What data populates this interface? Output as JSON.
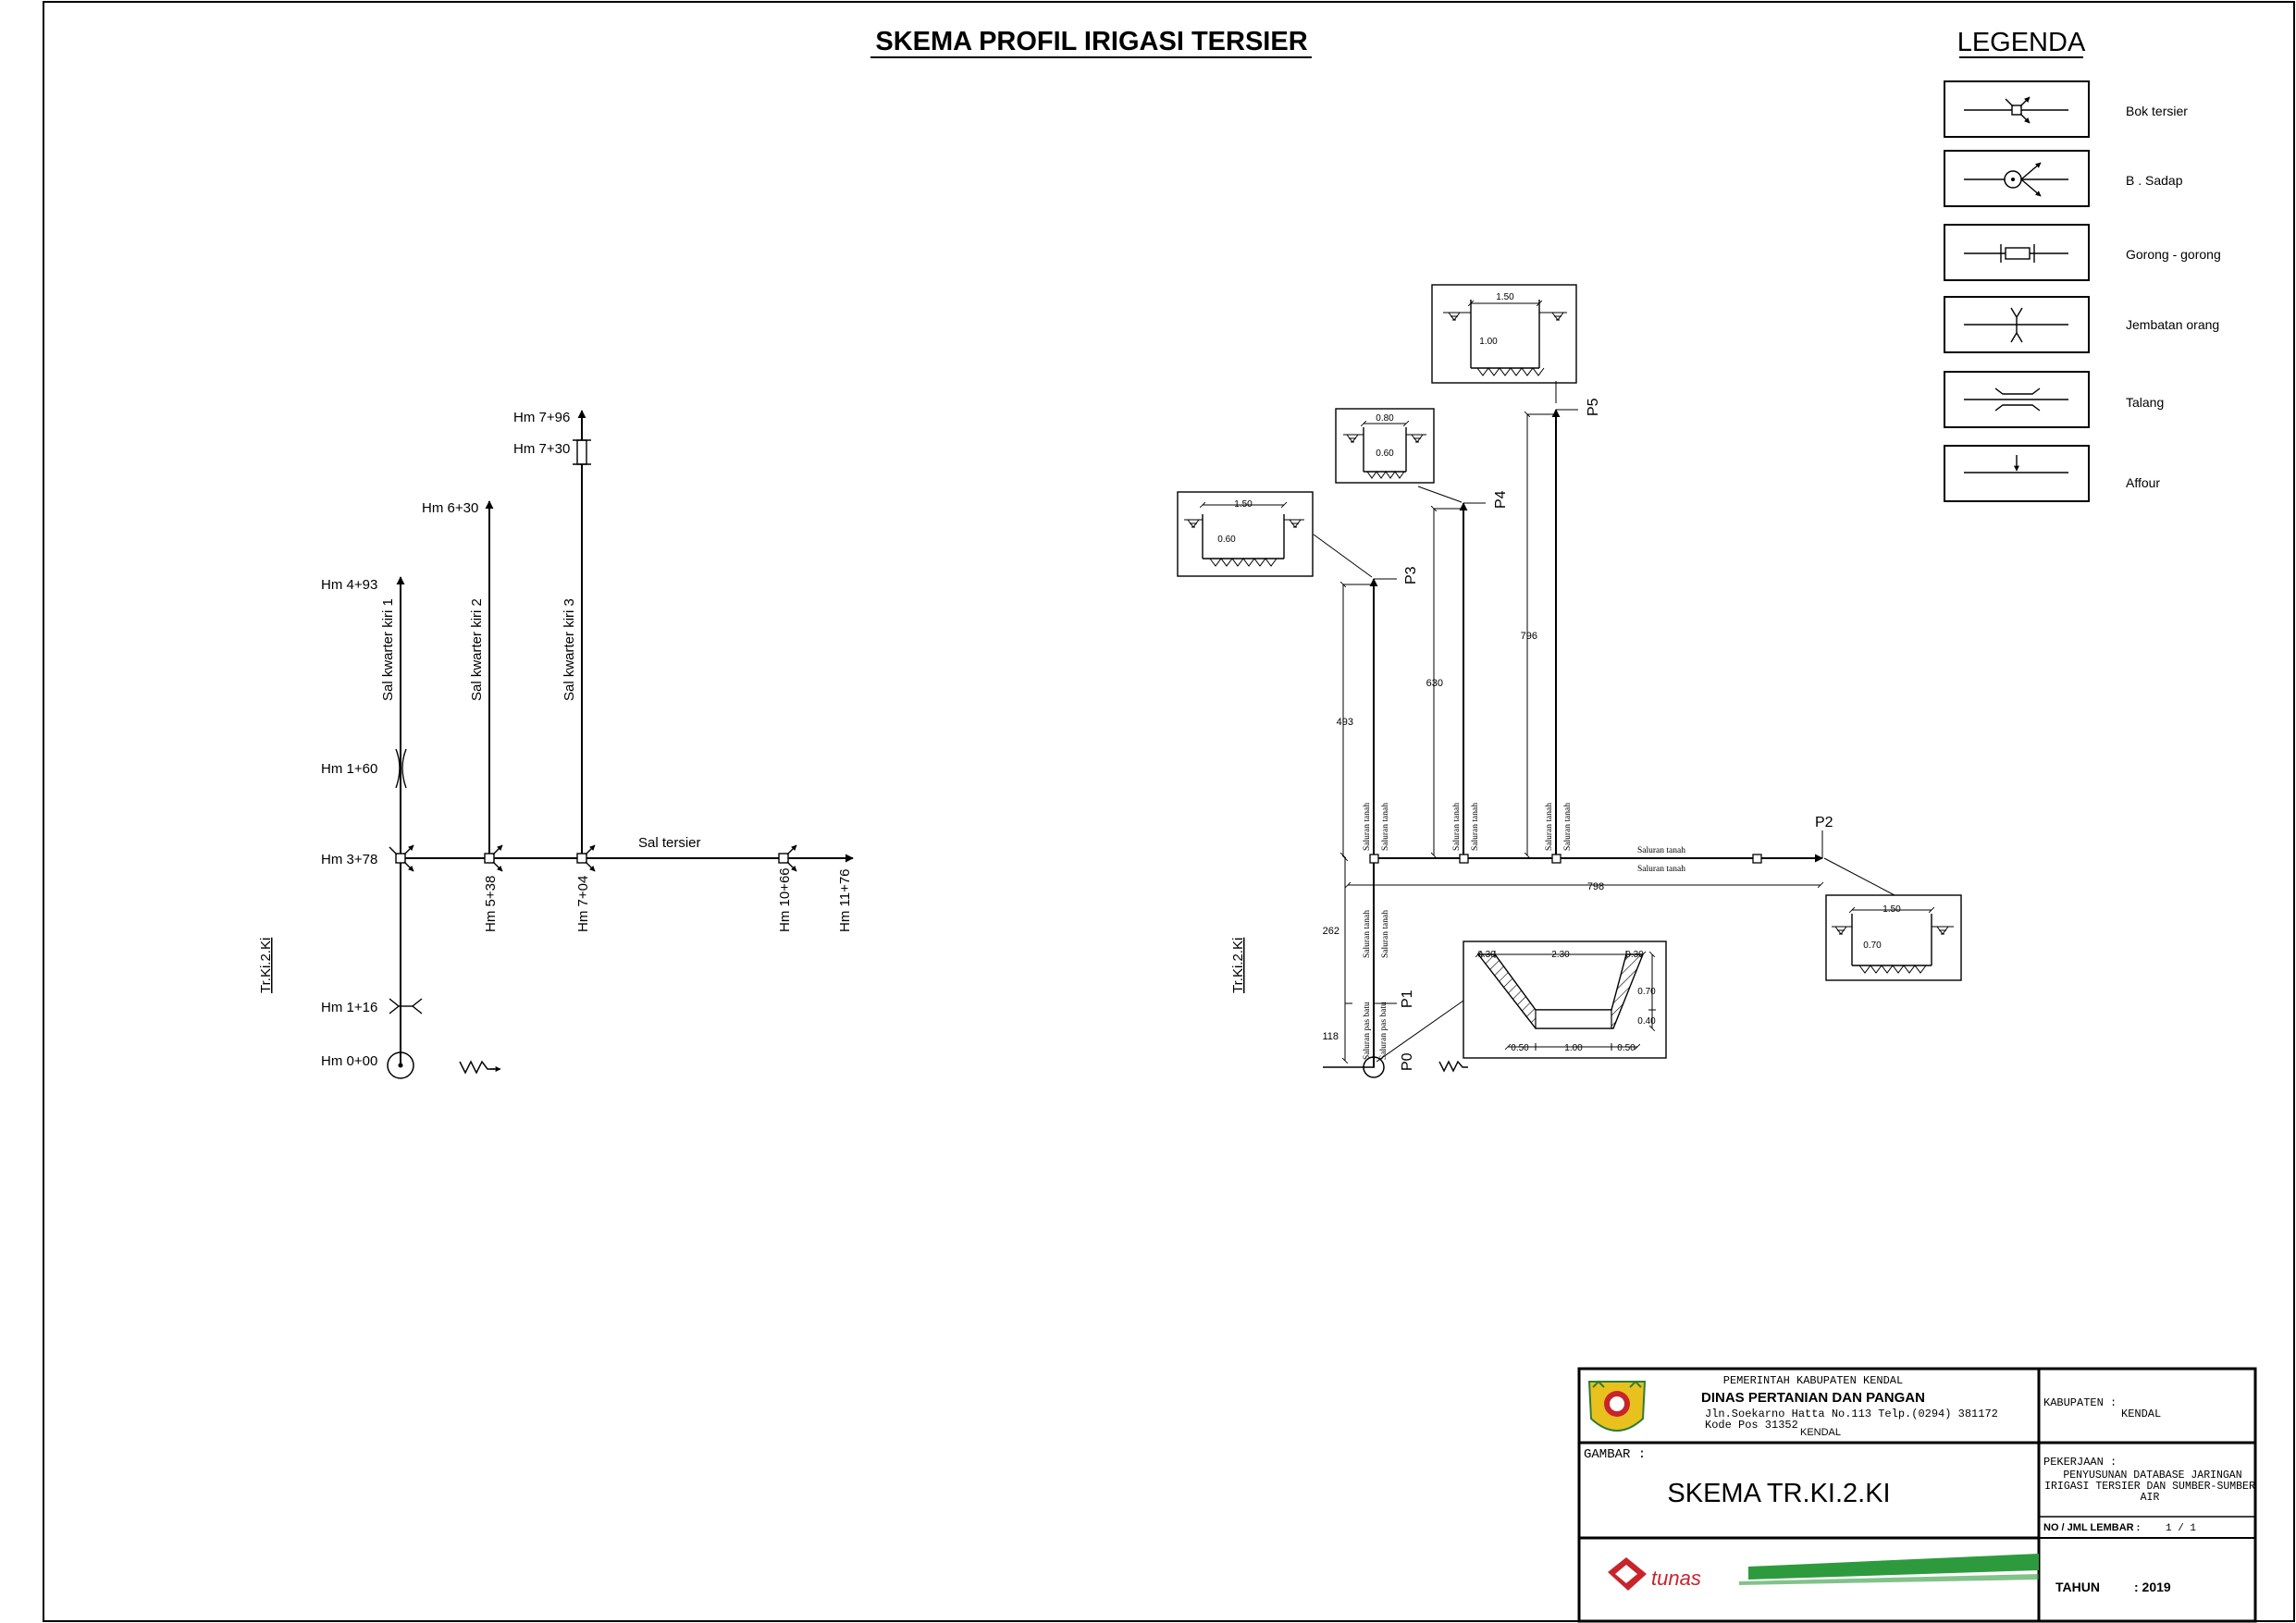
{
  "title": "SKEMA PROFIL IRIGASI TERSIER",
  "legend": {
    "title": "LEGENDA",
    "items": [
      {
        "icon": "bok-tersier-symbol",
        "label": "Bok tersier"
      },
      {
        "icon": "bangunan-sadap-symbol",
        "label": "B . Sadap"
      },
      {
        "icon": "gorong-gorong-symbol",
        "label": "Gorong - gorong"
      },
      {
        "icon": "jembatan-orang-symbol",
        "label": "Jembatan orang"
      },
      {
        "icon": "talang-symbol",
        "label": "Talang"
      },
      {
        "icon": "affour-symbol",
        "label": "Affour"
      }
    ]
  },
  "schema": {
    "side_label": "Tr.Ki.2.Ki",
    "hm_labels": {
      "hm0": "Hm 0+00",
      "hm116": "Hm 1+16",
      "hm378": "Hm 3+78",
      "hm160": "Hm 1+60",
      "hm493": "Hm 4+93",
      "hm630": "Hm 6+30",
      "hm730": "Hm 7+30",
      "hm796": "Hm 7+96",
      "hm538": "Hm 5+38",
      "hm704": "Hm 7+04",
      "hm1066": "Hm 10+66",
      "hm1176": "Hm 11+76"
    },
    "channels": {
      "k1": "Sal kwarter kiri 1",
      "k2": "Sal kwarter kiri 2",
      "k3": "Sal kwarter kiri 3",
      "tersier": "Sal tersier"
    }
  },
  "profile": {
    "side_label": "Tr.Ki.2.Ki",
    "points": {
      "p0": "P0",
      "p1": "P1",
      "p2": "P2",
      "p3": "P3",
      "p4": "P4",
      "p5": "P5"
    },
    "lengths": {
      "l116": "118",
      "l262": "262",
      "l493": "493",
      "l630": "630",
      "l796": "796",
      "l798": "798"
    },
    "soil_label": "Saluran tanah",
    "pas_label": "Saluran pas batu",
    "sections": {
      "p5": {
        "width": "1.50",
        "depth": "1.00"
      },
      "p4": {
        "width": "0.80",
        "depth": "0.60"
      },
      "p3": {
        "width": "1.50",
        "depth": "0.60"
      },
      "p2": {
        "width": "1.50",
        "depth": "0.70"
      },
      "p1": {
        "top_left": "0.30",
        "top_mid": "2.30",
        "top_right": "0.30",
        "h_upper": "0.70",
        "h_lower": "0.40",
        "bot_left": "0.50",
        "bot_mid": "1.00",
        "bot_right": "0.50"
      }
    }
  },
  "title_block": {
    "org1": "PEMERINTAH KABUPATEN KENDAL",
    "org2": "DINAS PERTANIAN DAN PANGAN",
    "addr1": "Jln.Soekarno Hatta No.113 Telp.(0294) 381172",
    "addr2": "Kode Pos 31352",
    "city": "KENDAL",
    "kabupaten_label": "KABUPATEN :",
    "kabupaten_value": "KENDAL",
    "gambar_label": "GAMBAR :",
    "gambar_value": "SKEMA TR.KI.2.KI",
    "pekerjaan_label": "PEKERJAAN :",
    "pekerjaan_line1": "PENYUSUNAN DATABASE JARINGAN",
    "pekerjaan_line2": "IRIGASI TERSIER DAN SUMBER-SUMBER",
    "pekerjaan_line3": "AIR",
    "lembar_label": "NO / JML LEMBAR :",
    "lembar_value": "1 / 1",
    "tahun_label": "TAHUN",
    "tahun_value": ": 2019",
    "consultant": "tunas",
    "colors": {
      "brand_green": "#2e9a3e",
      "brand_red": "#c8242b"
    }
  }
}
